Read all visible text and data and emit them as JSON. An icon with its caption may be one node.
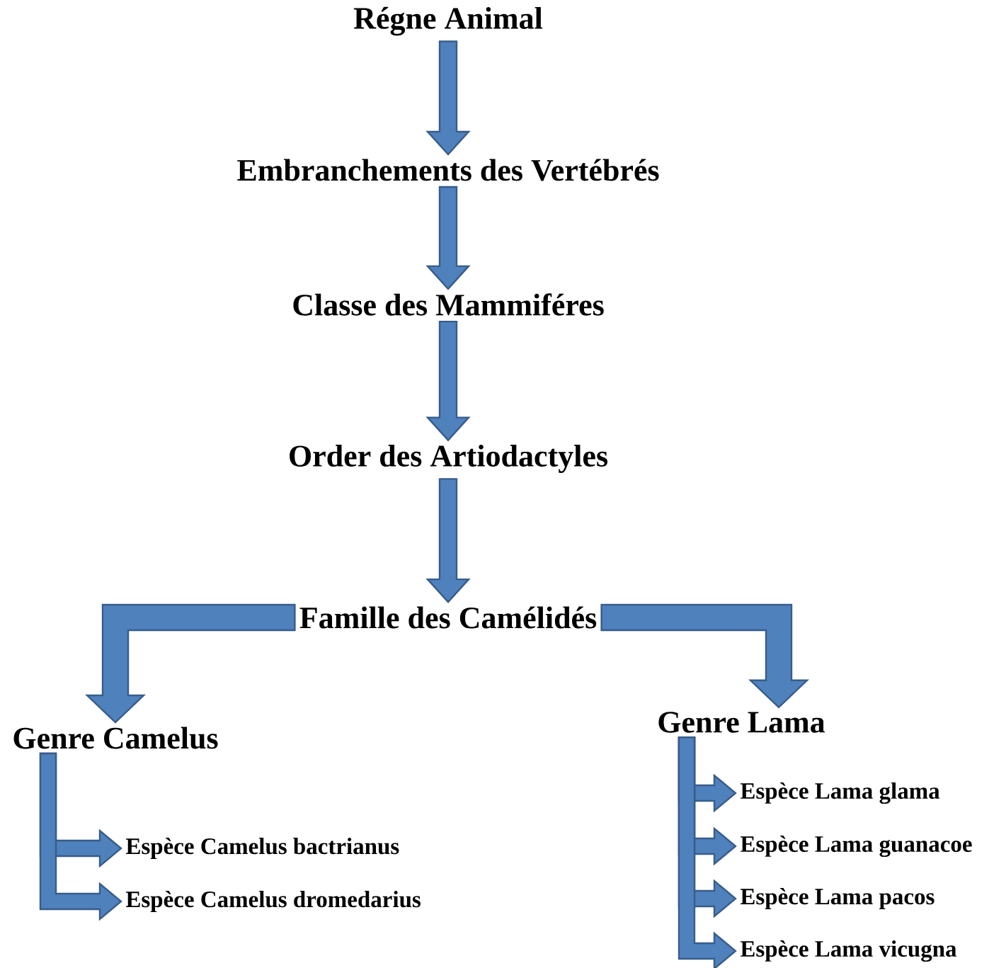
{
  "diagram": {
    "nodes": [
      {
        "text": [
          "Régne Animal"
        ]
      },
      {
        "text": [
          "Embranchements des Vertébrés"
        ]
      },
      {
        "text": [
          "Classe des Mammiféres"
        ]
      },
      {
        "text": [
          "Order des Artiodactyles"
        ]
      },
      {
        "text": [
          "Famille des Camélidés"
        ]
      },
      {
        "text": [
          "Genre Camelus"
        ]
      },
      {
        "text": [
          "Genre Lama"
        ]
      },
      {
        "text": [
          "Espèce Camelus bactrianus"
        ]
      },
      {
        "text": [
          "Espèce Camelus dromedarius"
        ]
      },
      {
        "text": [
          "Espèce Lama glama"
        ]
      },
      {
        "text": [
          "Espèce Lama guanacoe"
        ]
      },
      {
        "text": [
          "Espèce Lama pacos"
        ]
      },
      {
        "text": [
          "Espèce Lama vicugna"
        ]
      }
    ],
    "edges": [
      {
        "from": 0,
        "to": 1,
        "arrow": "to"
      },
      {
        "from": 1,
        "to": 2,
        "arrow": "to"
      },
      {
        "from": 2,
        "to": 3,
        "arrow": "to"
      },
      {
        "from": 3,
        "to": 4,
        "arrow": "to"
      },
      {
        "from": 4,
        "to": 5,
        "arrow": "to"
      },
      {
        "from": 4,
        "to": 6,
        "arrow": "to"
      },
      {
        "from": 5,
        "to": 7,
        "arrow": "to"
      },
      {
        "from": 5,
        "to": 8,
        "arrow": "to"
      },
      {
        "from": 6,
        "to": 9,
        "arrow": "to"
      },
      {
        "from": 6,
        "to": 10,
        "arrow": "to"
      },
      {
        "from": 6,
        "to": 11,
        "arrow": "to"
      },
      {
        "from": 6,
        "to": 12,
        "arrow": "to"
      }
    ]
  }
}
